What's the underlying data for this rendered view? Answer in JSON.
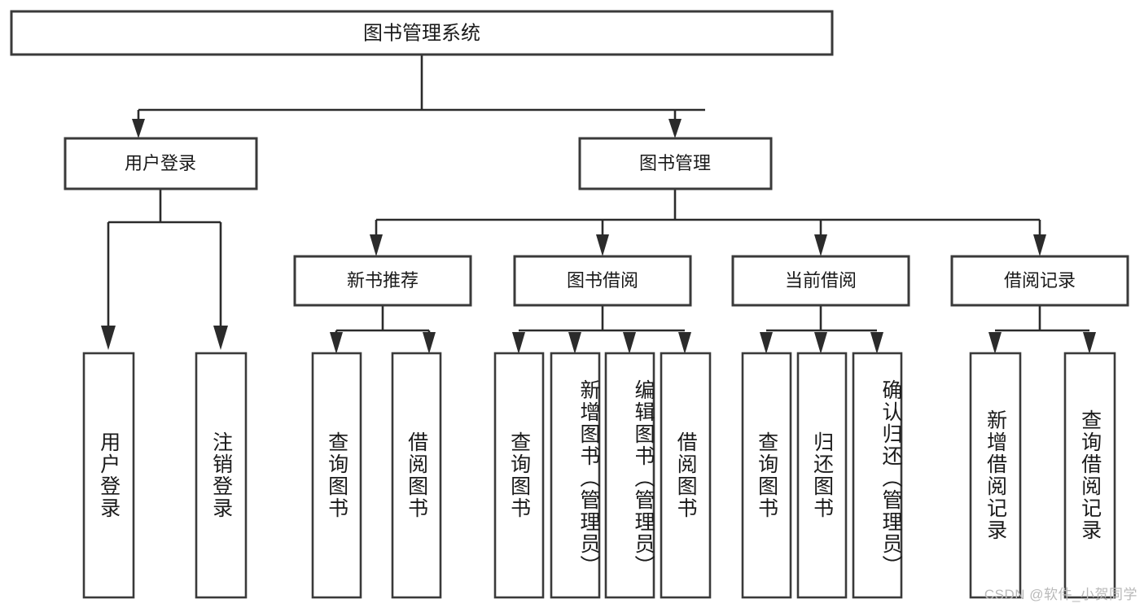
{
  "diagram": {
    "type": "tree-hierarchy",
    "title": "图书管理系统",
    "orientation": "top-down",
    "background_color": "#ffffff",
    "box_fill": "#ffffff",
    "box_stroke": "#3a3a3a",
    "edge_color": "#2b2b2b",
    "text_color": "#1a1a1a",
    "root": {
      "label": "图书管理系统",
      "level": 0
    },
    "level1": [
      {
        "label": "用户登录"
      },
      {
        "label": "图书管理"
      }
    ],
    "level2_under_book_management": [
      {
        "label": "新书推荐"
      },
      {
        "label": "图书借阅"
      },
      {
        "label": "当前借阅"
      },
      {
        "label": "借阅记录"
      }
    ],
    "leaves": {
      "user_login": [
        {
          "label": "用户登录"
        },
        {
          "label": "注销登录"
        }
      ],
      "new_book_recommend": [
        {
          "label": "查询图书"
        },
        {
          "label": "借阅图书"
        }
      ],
      "book_borrow": [
        {
          "label": "查询图书"
        },
        {
          "label": "新增图书（管理员）"
        },
        {
          "label": "编辑图书（管理员）"
        },
        {
          "label": "借阅图书"
        }
      ],
      "current_borrow": [
        {
          "label": "查询图书"
        },
        {
          "label": "归还图书"
        },
        {
          "label": "确认归还（管理员）"
        }
      ],
      "borrow_record": [
        {
          "label": "新增借阅记录"
        },
        {
          "label": "查询借阅记录"
        }
      ]
    }
  },
  "watermark": {
    "text": "CSDN @软件_小贺同学"
  }
}
